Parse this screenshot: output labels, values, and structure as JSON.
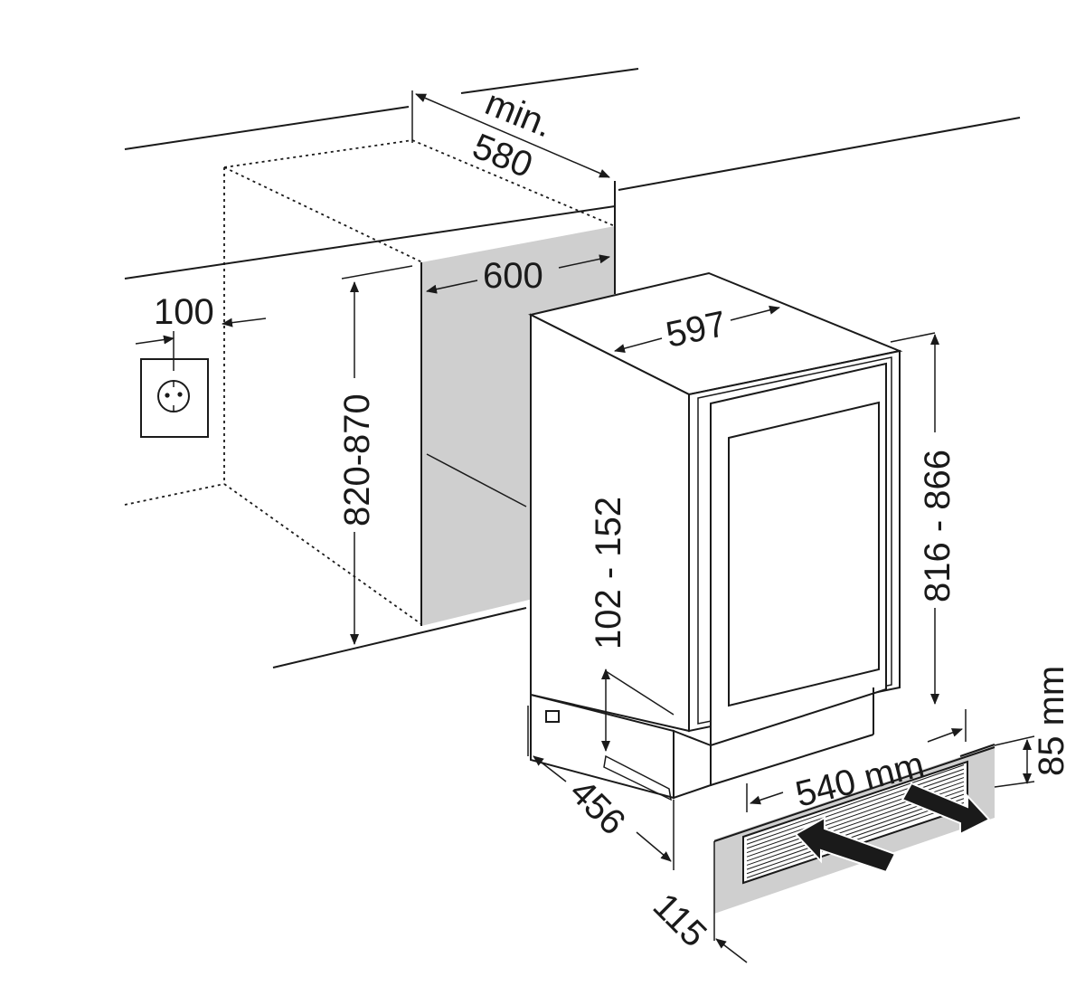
{
  "dimensions": {
    "min_label": "min.",
    "depth_min": "580",
    "niche_width": "600",
    "socket_offset": "100",
    "niche_height": "820-870",
    "appliance_width": "597",
    "appliance_height": "816 - 866",
    "plinth_height_range": "102 - 152",
    "appliance_depth": "456",
    "vent_width": "540 mm",
    "vent_height": "85 mm",
    "plinth_setback": "115"
  },
  "icons": [
    "power-socket-icon",
    "air-inlet-arrow-icon",
    "air-outlet-arrow-icon"
  ],
  "colors": {
    "line": "#1a1a1a",
    "niche_shade": "#cfcfcf",
    "background": "#ffffff"
  }
}
